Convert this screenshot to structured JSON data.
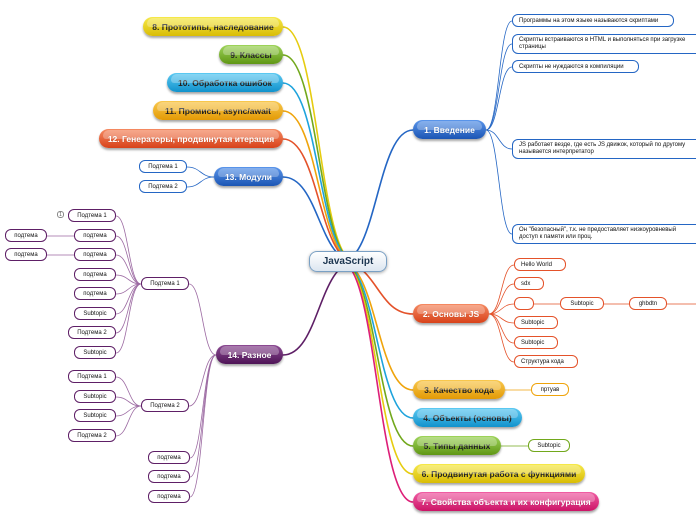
{
  "root": {
    "label": "JavaScript"
  },
  "branches": {
    "b8": "8. Прототипы, наследование",
    "b9": "9. Классы",
    "b10": "10. Обработка ошибок",
    "b11": "11. Промисы, async/await",
    "b12": "12. Генераторы, продвинутая итерация",
    "b13": "13. Модули",
    "b14": "14. Разное",
    "b1": "1. Введение",
    "b2": "2. Основы JS",
    "b3": "3. Качество кода",
    "b4": "4. Объекты (основы)",
    "b5": "5. Типы данных",
    "b6": "6. Продвинутая работа с функциями",
    "b7": "7. Свойства объекта и их конфигурация"
  },
  "intro": {
    "i1": "Программы на этом языке называются скриптами",
    "i2": "Скрипты встраиваются в HTML и выполняться при загрузке страницы",
    "i3": "Скрипты не нуждаются в компиляции",
    "i4": "JS  работает везде, где есть JS движок, который по другому называется интерпретатор",
    "i5": "Он \"безопасный\", т.к. не предоставляет низкоуровневый доступ к памяти или проц."
  },
  "basics": {
    "hello": "Hello World",
    "sdx": "sdx",
    "empty": "",
    "subtopic": "Subtopic",
    "ghbdtn": "ghbdtn",
    "s1": "Subtopic",
    "s2": "Subtopic",
    "struct": "Структура кода"
  },
  "quality": {
    "q1": "пртуав"
  },
  "types": {
    "t1": "Subtopic"
  },
  "modules": {
    "m1": "Подтема 1",
    "m2": "Подтема 2"
  },
  "misc": {
    "p1": "Подтема 1",
    "p2": "Подтема 2",
    "p1c": {
      "a": "Подтема 1",
      "badge": "1",
      "b": "подтема",
      "bleft": "подтема",
      "c": "подтема",
      "cleft": "подтема",
      "d": "подтема",
      "e": "подтема",
      "f": "Subtopic",
      "g": "Подтема 2",
      "h": "Subtopic"
    },
    "p2c": {
      "a": "Подтема 1",
      "b": "Subtopic",
      "c": "Subtopic",
      "d": "Подтема 2"
    },
    "x1": "подтема",
    "x2": "подтема",
    "x3": "подтема"
  },
  "colors": {
    "yellow": "#e6cc10",
    "green": "#72a81c",
    "cyan": "#1ea3dc",
    "orange": "#efa40c",
    "red": "#e4522a",
    "blue": "#2466c4",
    "purple": "#5e1f66",
    "pink": "#dd1f78"
  }
}
